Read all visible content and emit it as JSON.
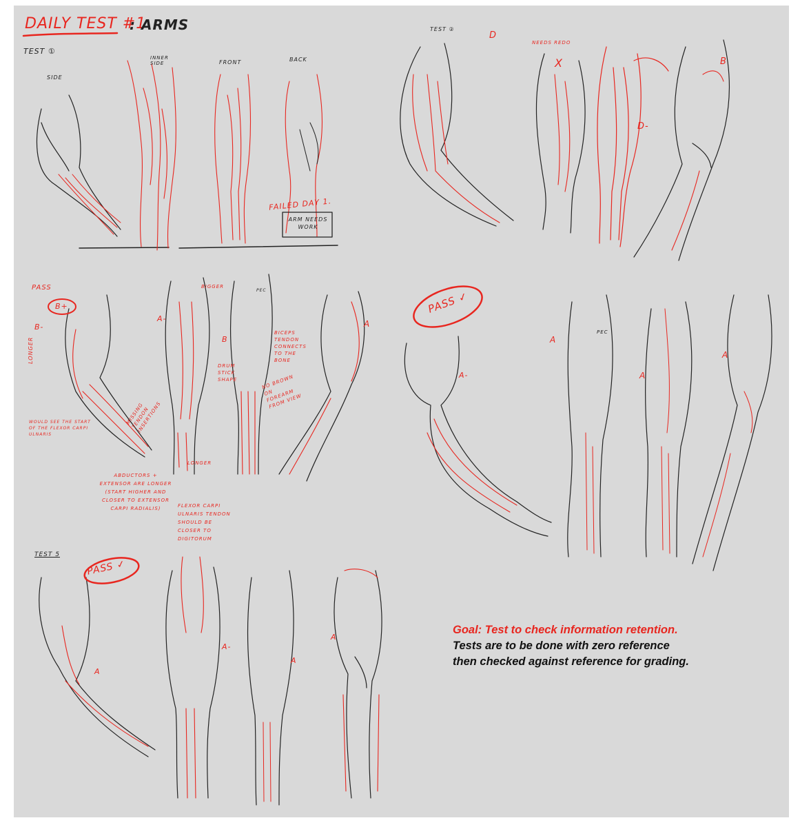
{
  "header": {
    "title": "DAILY TEST #1",
    "subtitle": ": ARMS"
  },
  "tests": {
    "test1": {
      "label": "TEST ①",
      "side": "SIDE",
      "inner": "INNER SIDE",
      "front": "FRONT",
      "back": "BACK",
      "failed": "FAILED DAY 1.",
      "note": "ARM NEEDS WORK"
    },
    "test2": {
      "label": "TEST ②",
      "grades": [
        "D",
        "B",
        "D-"
      ],
      "note": "NEEDS REDO",
      "mark": "X"
    },
    "test3": {
      "pass": "PASS",
      "grade": "B+",
      "grades": [
        "B-",
        "A-",
        "B",
        "A"
      ],
      "longer": "LONGER",
      "notes": [
        "BIGGER",
        "PEC",
        "BICEPS TENDON CONNECTS TO THE BONE",
        "DRUM STICK SHAPE",
        "NO BROWN ON FOREARM FROM VIEW",
        "LONGER",
        "MISSING TENDON INSERTIONS",
        "WOULD SEE THE START OF THE FLEXOR CARPI ULNARIS",
        "ABDUCTORS + EXTENSOR ARE LONGER (START HIGHER AND CLOSER TO EXTENSOR CARPI RADIALIS)",
        "FLEXOR CARPI ULNARIS TENDON SHOULD BE CLOSER TO DIGITORUM"
      ]
    },
    "test4": {
      "pass": "PASS ✓",
      "grades": [
        "A-",
        "A",
        "A",
        "A"
      ],
      "note": "PEC"
    },
    "test5": {
      "label": "TEST 5",
      "pass": "PASS ✓",
      "grades": [
        "A",
        "A-",
        "A",
        "A"
      ]
    }
  },
  "goal": {
    "line1": "Goal: Test to check information retention.",
    "line2": "Tests are to be done with zero reference",
    "line3": "then checked against reference for grading."
  },
  "colors": {
    "accent": "#e8261f",
    "sketch": "#2a2a2a",
    "background": "#d9d9d9"
  }
}
